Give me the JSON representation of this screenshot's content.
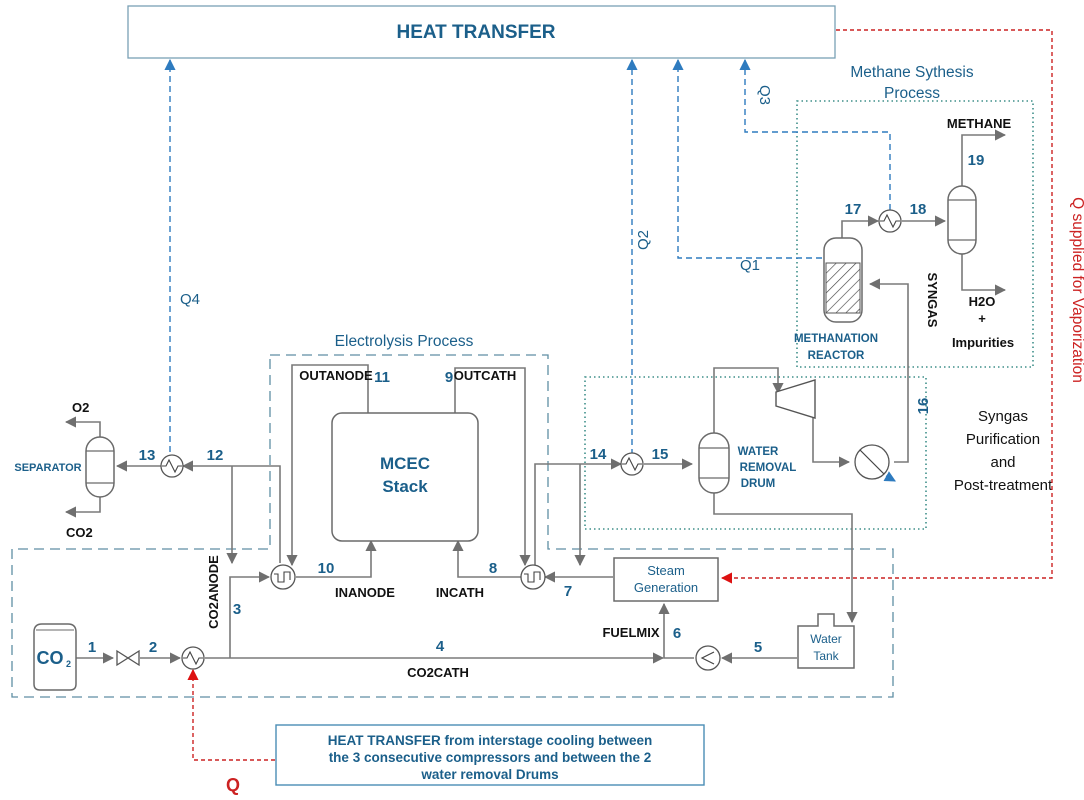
{
  "header": {
    "title": "HEAT TRANSFER"
  },
  "processes": {
    "methane": {
      "title_line1": "Methane Sythesis",
      "title_line2": "Process"
    },
    "electrolysis": {
      "title": "Electrolysis Process"
    },
    "syngas": {
      "line1": "Syngas",
      "line2": "Purification",
      "line3": "and",
      "line4": "Post-treatment"
    }
  },
  "heat_flows": {
    "q1": "Q1",
    "q2": "Q2",
    "q3": "Q3",
    "q4": "Q4",
    "q": "Q",
    "q_vaporization": "Q supplied for Vaporization"
  },
  "equipment": {
    "stack_line1": "MCEC",
    "stack_line2": "Stack",
    "separator": "SEPARATOR",
    "co2_tank": "CO",
    "co2_sub": "2",
    "water_removal_1": "WATER",
    "water_removal_2": "REMOVAL",
    "water_removal_3": "DRUM",
    "methanation_1": "METHANATION",
    "methanation_2": "REACTOR",
    "steam_1": "Steam",
    "steam_2": "Generation",
    "water_tank_1": "Water",
    "water_tank_2": "Tank"
  },
  "streams": {
    "methane": "METHANE",
    "h2o": "H2O",
    "plus": "+",
    "impurities": "Impurities",
    "syngas": "SYNGAS",
    "o2": "O2",
    "co2": "CO2",
    "outanode": "OUTANODE",
    "outcath": "OUTCATH",
    "inanode": "INANODE",
    "incath": "INCATH",
    "co2anode": "CO2ANODE",
    "co2cath": "CO2CATH",
    "fuelmix": "FUELMIX"
  },
  "stream_numbers": [
    "1",
    "2",
    "3",
    "4",
    "5",
    "6",
    "7",
    "8",
    "9",
    "10",
    "11",
    "12",
    "13",
    "14",
    "15",
    "16",
    "17",
    "18",
    "19"
  ],
  "note": {
    "line1": "HEAT TRANSFER from interstage cooling between",
    "line2": "the 3 consecutive compressors and between the 2",
    "line3": "water removal Drums"
  },
  "colors": {
    "label_blue": "#1b5f8a",
    "heat_dash": "#2e7bbf",
    "heat_supply": "#cc2222",
    "pipe": "#7a7a7a"
  }
}
